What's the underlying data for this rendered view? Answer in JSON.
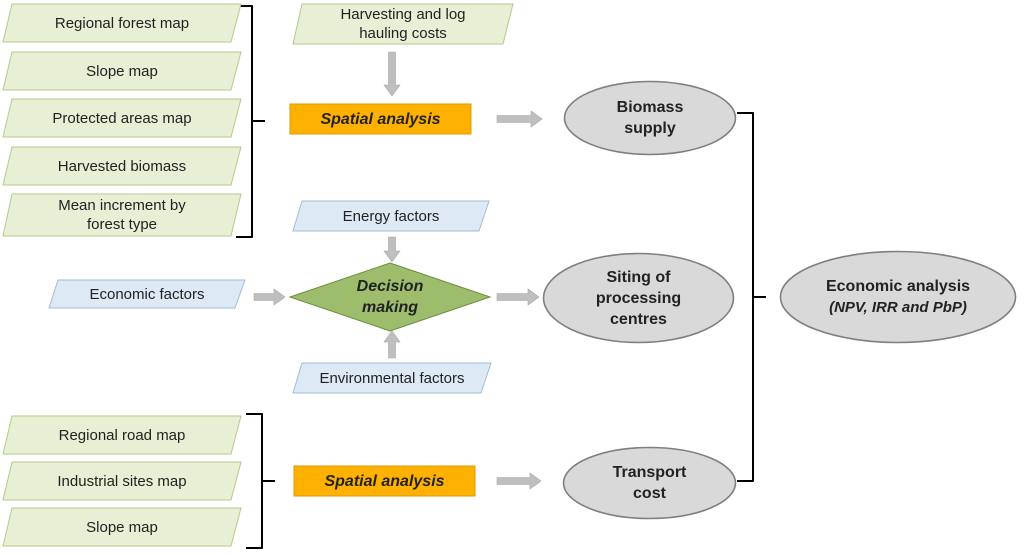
{
  "colors": {
    "green_fill": "#e7efd5",
    "green_stroke": "#b7c98c",
    "blue_fill": "#dde9f5",
    "blue_stroke": "#a3bcd6",
    "orange_fill": "#ffb100",
    "orange_stroke": "#e29a00",
    "gray_fill": "#d9d9d9",
    "gray_stroke": "#7f7f7f",
    "diamond_fill": "#9dbd6c",
    "diamond_stroke": "#6b8e3b",
    "arrow": "#bfbfbf",
    "bracket": "#000000"
  },
  "nodes": {
    "regional_forest_map": "Regional forest map",
    "slope_map_top": "Slope map",
    "protected_areas_map": "Protected areas map",
    "harvested_biomass": "Harvested biomass",
    "mean_increment": "Mean increment by\nforest type",
    "harvesting_costs": "Harvesting and log\nhauling costs",
    "spatial_analysis_top": "Spatial analysis",
    "biomass_supply": "Biomass\nsupply",
    "energy_factors": "Energy factors",
    "economic_factors": "Economic factors",
    "decision_making": "Decision\nmaking",
    "environmental_factors": "Environmental factors",
    "siting": "Siting of\nprocessing\ncentres",
    "economic_analysis": "Economic analysis",
    "economic_analysis_sub": "(NPV, IRR and PbP)",
    "regional_road_map": "Regional road map",
    "industrial_sites_map": "Industrial sites map",
    "slope_map_bottom": "Slope map",
    "spatial_analysis_bottom": "Spatial analysis",
    "transport_cost": "Transport\ncost"
  }
}
